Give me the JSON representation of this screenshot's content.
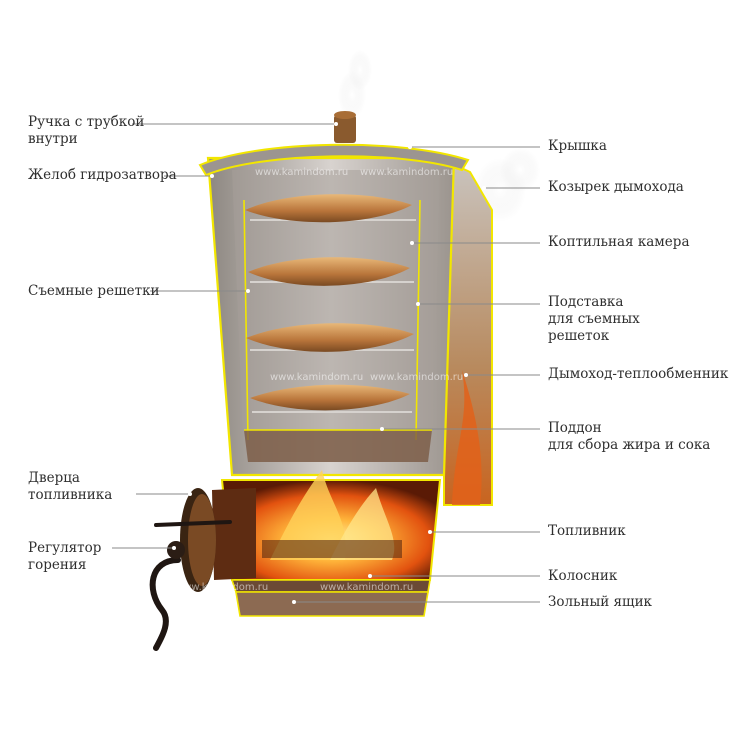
{
  "labels_left": [
    {
      "id": "handle",
      "text": "Ручка с трубкой\nвнутри"
    },
    {
      "id": "water-seal",
      "text": "Желоб гидрозатвора"
    },
    {
      "id": "grates",
      "text": "Съемные решетки"
    },
    {
      "id": "firebox-door",
      "text": "Дверца\nтопливника"
    },
    {
      "id": "burn-regulator",
      "text": "Регулятор\nгорения"
    }
  ],
  "labels_right": [
    {
      "id": "lid",
      "text": "Крышка"
    },
    {
      "id": "chimney-visor",
      "text": "Козырек дымохода"
    },
    {
      "id": "smoke-chamber",
      "text": "Коптильная камера"
    },
    {
      "id": "grate-stand",
      "text": "Подставка\nдля съемных\nрешеток"
    },
    {
      "id": "chimney-exchanger",
      "text": "Дымоход-теплообменник"
    },
    {
      "id": "drip-tray",
      "text": "Поддон\nдля сбора жира и сока"
    },
    {
      "id": "firebox",
      "text": "Топливник"
    },
    {
      "id": "grate",
      "text": "Колосник"
    },
    {
      "id": "ash-box",
      "text": "Зольный ящик"
    }
  ],
  "watermark": "www.kamindom.ru",
  "colors": {
    "outline": "#f2e600",
    "leader": "#8a8a8a",
    "metal": "#b9b4b0",
    "fire": "#ff8a1a",
    "fish": "#c98a45"
  }
}
